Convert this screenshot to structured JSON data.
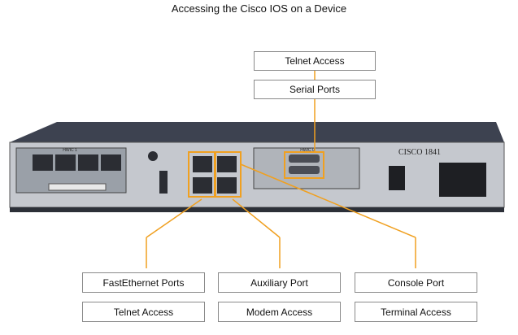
{
  "title": "Accessing the Cisco IOS on a Device",
  "labels": {
    "serial_top": "Telnet Access",
    "serial_bottom": "Serial Ports",
    "fe_top": "FastEthernet Ports",
    "fe_bottom": "Telnet Access",
    "aux_top": "Auxiliary Port",
    "aux_bottom": "Modem Access",
    "console_top": "Console Port",
    "console_bottom": "Terminal Access"
  },
  "device": {
    "brand_text": "CISCO 1841",
    "slot_label_left": "HWIC 1",
    "slot_label_right": "HWIC 0"
  },
  "colors": {
    "callout": "#f0a020",
    "chassis": "#3a3f4a",
    "panel": "#c9ccd2"
  }
}
